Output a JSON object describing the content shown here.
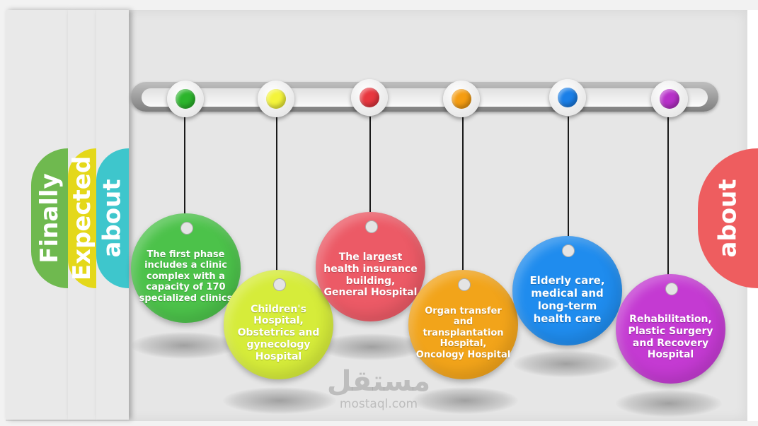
{
  "tabs_left": [
    {
      "label": "Finally",
      "color": "#6fb94f"
    },
    {
      "label": "Expected",
      "color": "#e4d81a"
    },
    {
      "label": "about",
      "color": "#3ec6cc"
    }
  ],
  "tab_right": {
    "label": "about",
    "color": "#ee5d5f"
  },
  "nodes": [
    {
      "color": "#2cb52c"
    },
    {
      "color": "#f4f43a"
    },
    {
      "color": "#e8373f"
    },
    {
      "color": "#f59d12"
    },
    {
      "color": "#1a7fe8"
    },
    {
      "color": "#b730c9"
    }
  ],
  "tags": [
    {
      "text": "The first phase includes a clinic complex with a capacity of 170 specialized clinics",
      "color": "#4cc24a"
    },
    {
      "text": "Children's Hospital, Obstetrics and gynecology Hospital",
      "color": "#d6ec3a"
    },
    {
      "text": "The largest health insurance building, General Hospital",
      "color": "#ec5a66"
    },
    {
      "text": "Organ transfer and transplantation Hospital, Oncology Hospital",
      "color": "#f2a41a"
    },
    {
      "text": "Elderly care, medical and long-term health care",
      "color": "#1f8cee"
    },
    {
      "text": "Rehabilitation, Plastic Surgery and Recovery Hospital",
      "color": "#c43ad2"
    }
  ],
  "watermark": {
    "arabic": "مستقل",
    "latin": "mostaql.com"
  }
}
